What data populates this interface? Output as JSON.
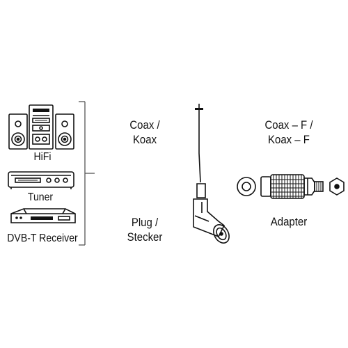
{
  "devices": {
    "hifi_label": "HiFi",
    "tuner_label": "Tuner",
    "dvbt_label": "DVB-T Receiver"
  },
  "coax_label": {
    "line1": "Coax /",
    "line2": "Koax"
  },
  "plug_label": {
    "line1": "Plug /",
    "line2": "Stecker"
  },
  "adapter_title": {
    "line1": "Coax – F /",
    "line2": "Koax – F"
  },
  "adapter_label": "Adapter",
  "colors": {
    "ink": "#111111",
    "bracket": "#555555"
  }
}
